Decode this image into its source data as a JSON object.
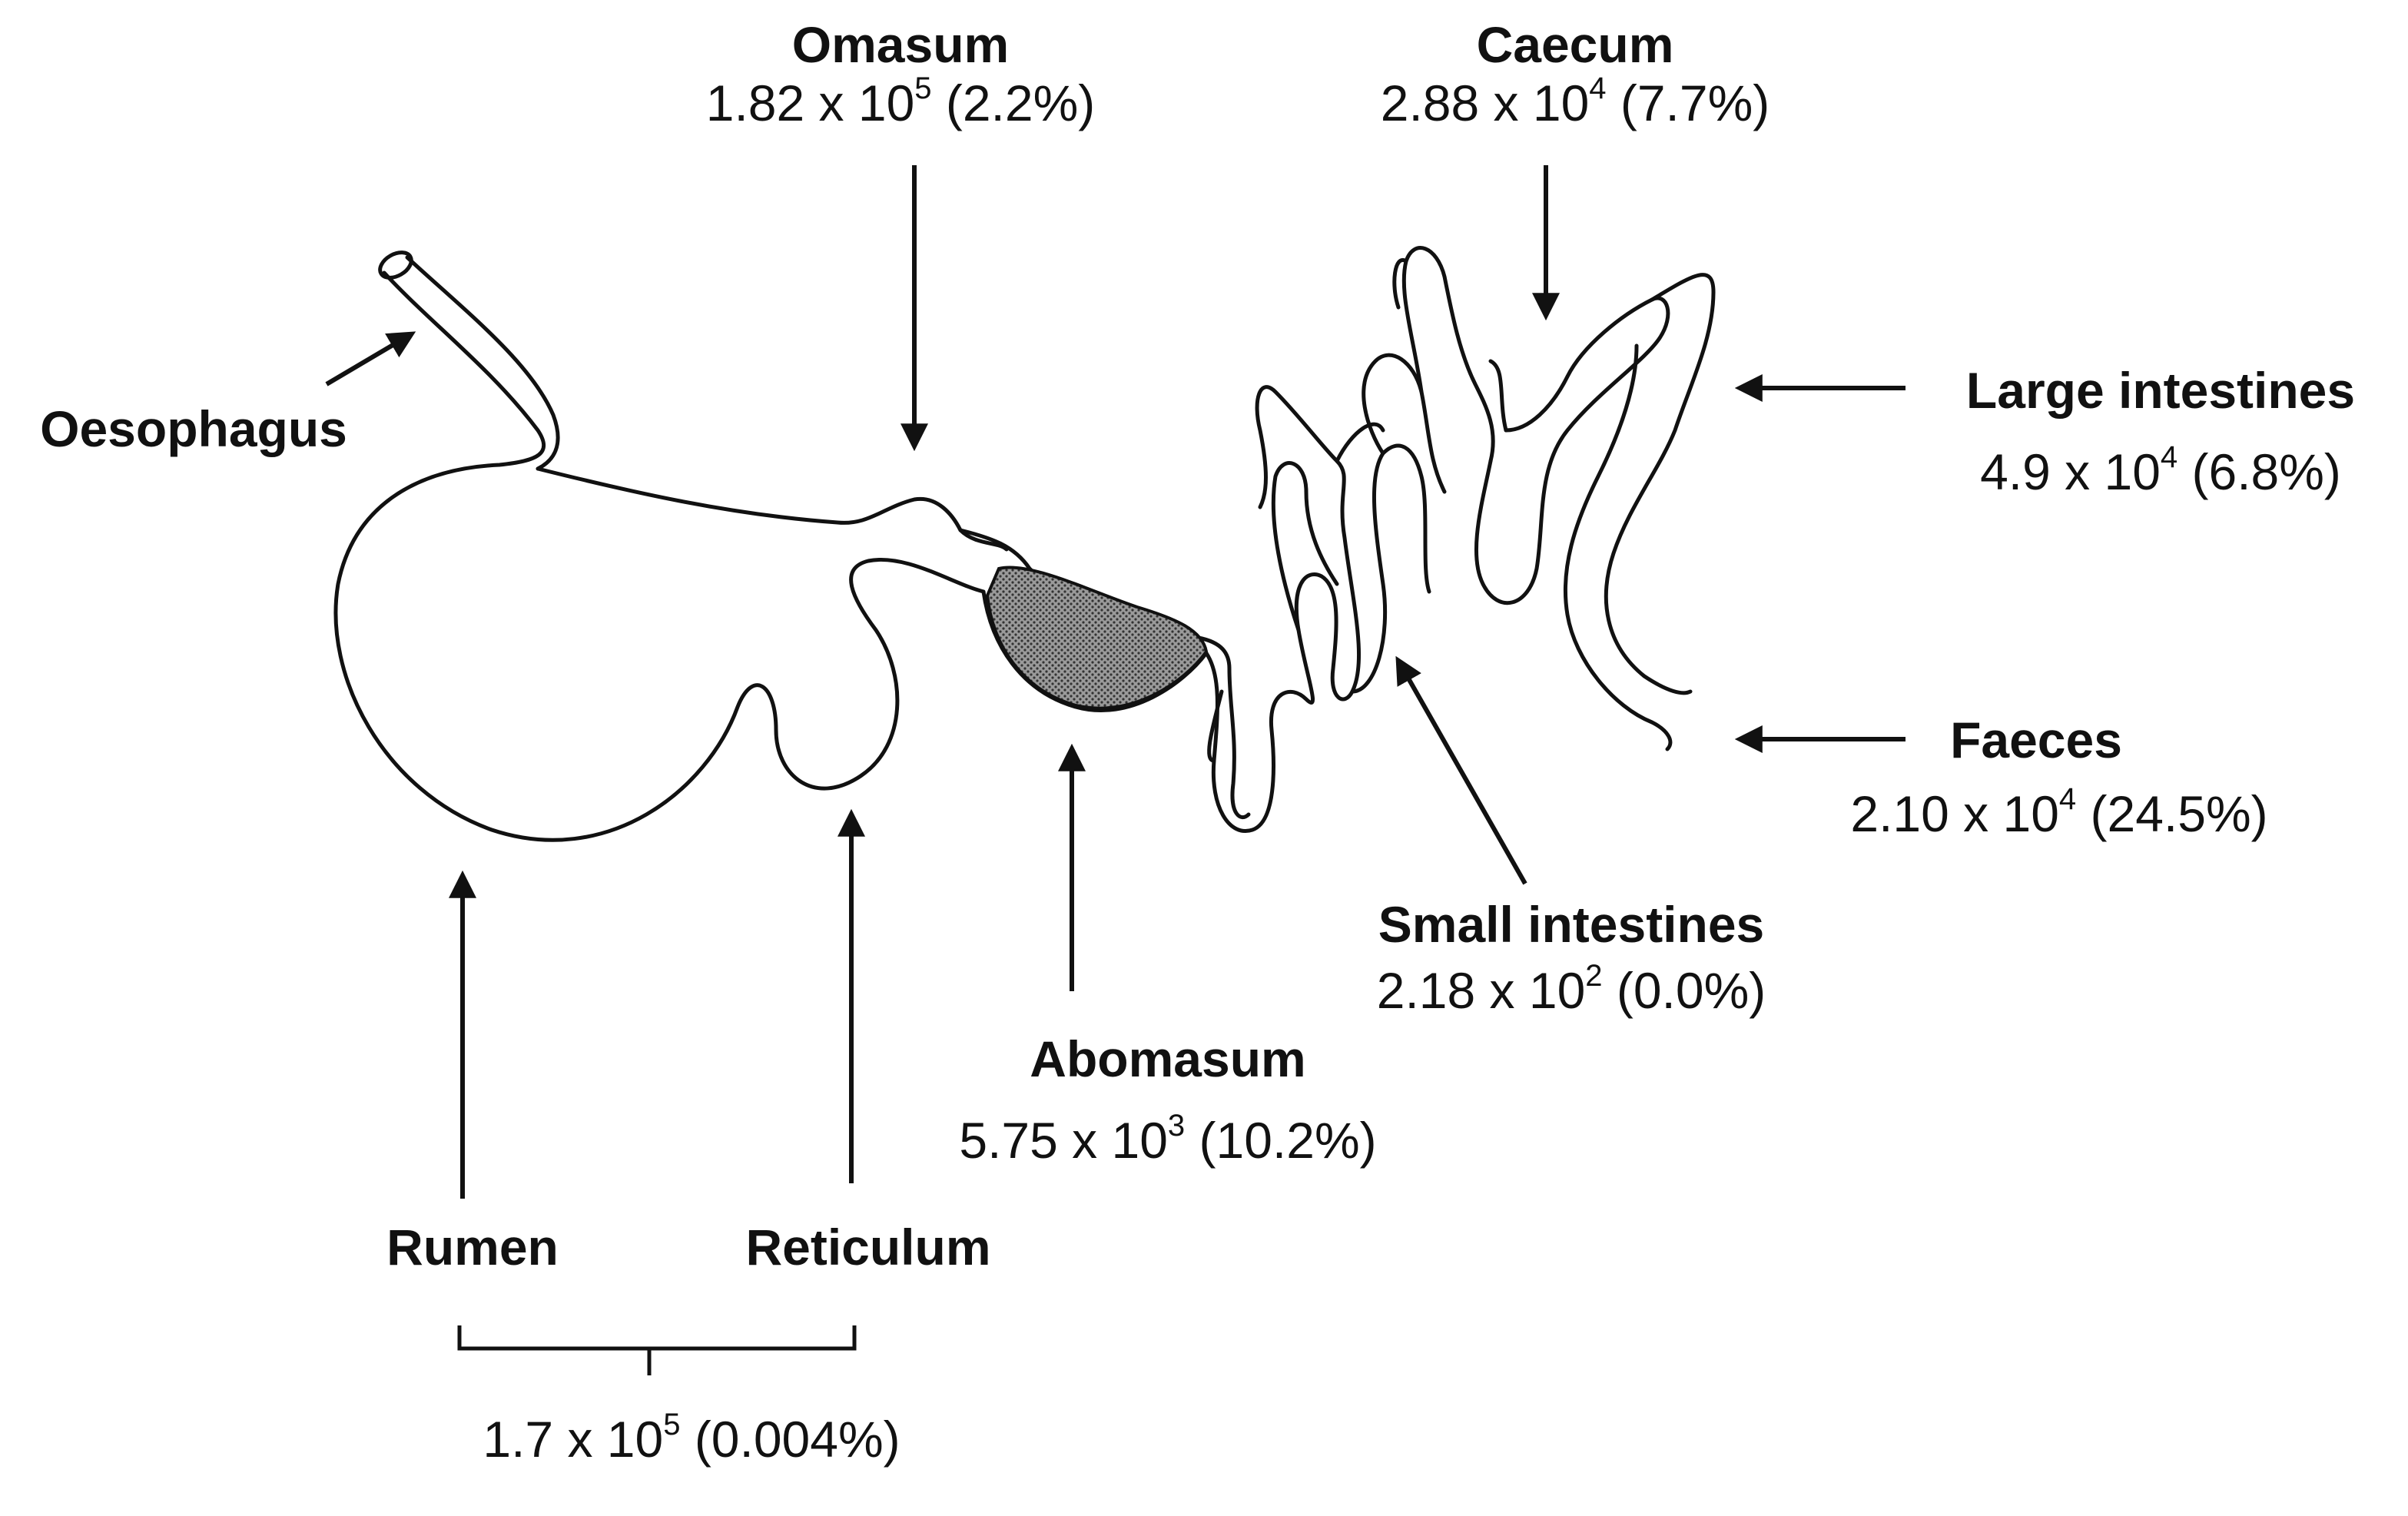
{
  "labels": {
    "omasum": {
      "name": "Omasum",
      "mantissa": "1.82 x 10",
      "exp": "5",
      "pct": " (2.2%)"
    },
    "caecum": {
      "name": "Caecum",
      "mantissa": "2.88 x 10",
      "exp": "4",
      "pct": " (7.7%)"
    },
    "oesophagus": {
      "name": "Oesophagus"
    },
    "large_intestines": {
      "name": "Large intestines",
      "mantissa": "4.9 x 10",
      "exp": "4",
      "pct": " (6.8%)"
    },
    "faeces": {
      "name": "Faeces",
      "mantissa": "2.10 x 10",
      "exp": "4",
      "pct": " (24.5%)"
    },
    "small_intestines": {
      "name": "Small intestines",
      "mantissa": "2.18 x 10",
      "exp": "2",
      "pct": " (0.0%)"
    },
    "abomasum": {
      "name": "Abomasum",
      "mantissa": "5.75 x 10",
      "exp": "3",
      "pct": " (10.2%)"
    },
    "rumen": {
      "name": "Rumen"
    },
    "reticulum": {
      "name": "Reticulum"
    },
    "rumen_reticulum": {
      "mantissa": "1.7 x 10",
      "exp": "5",
      "pct": " (0.004%)"
    }
  },
  "colors": {
    "ink": "#111111",
    "shade": "#444444"
  }
}
